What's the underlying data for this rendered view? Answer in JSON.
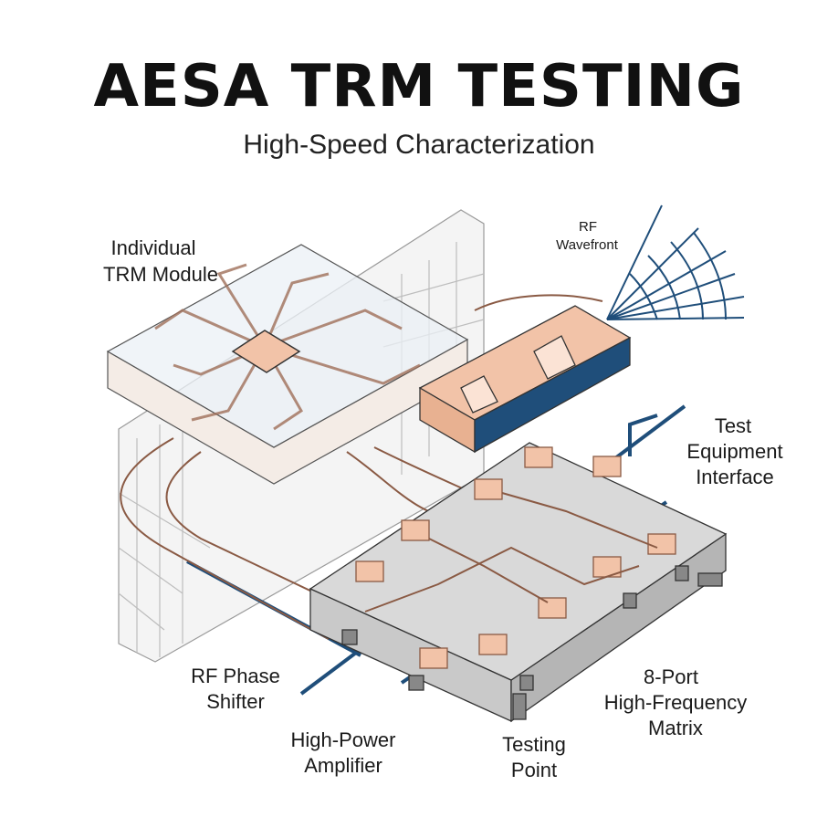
{
  "header": {
    "title": "AESA TRM TESTING",
    "subtitle": "High-Speed Characterization"
  },
  "labels": {
    "trm_module": [
      "Individual",
      "TRM Module"
    ],
    "rf_wavefront": [
      "RF",
      "Wavefront"
    ],
    "test_equipment_interface": [
      "Test",
      "Equipment",
      "Interface"
    ],
    "rf_phase_shifter": [
      "RF Phase",
      "Shifter"
    ],
    "high_power_amplifier": [
      "High-Power",
      "Amplifier"
    ],
    "testing_point": [
      "Testing",
      "Point"
    ],
    "matrix": [
      "8-Port",
      "High-Frequency",
      "Matrix"
    ]
  },
  "colors": {
    "copper": "#f2c3a8",
    "copper_stroke": "#8a5a44",
    "signal_blue": "#1f4e7a",
    "matrix_grey": "#d9d9d9",
    "outline": "#333333"
  }
}
